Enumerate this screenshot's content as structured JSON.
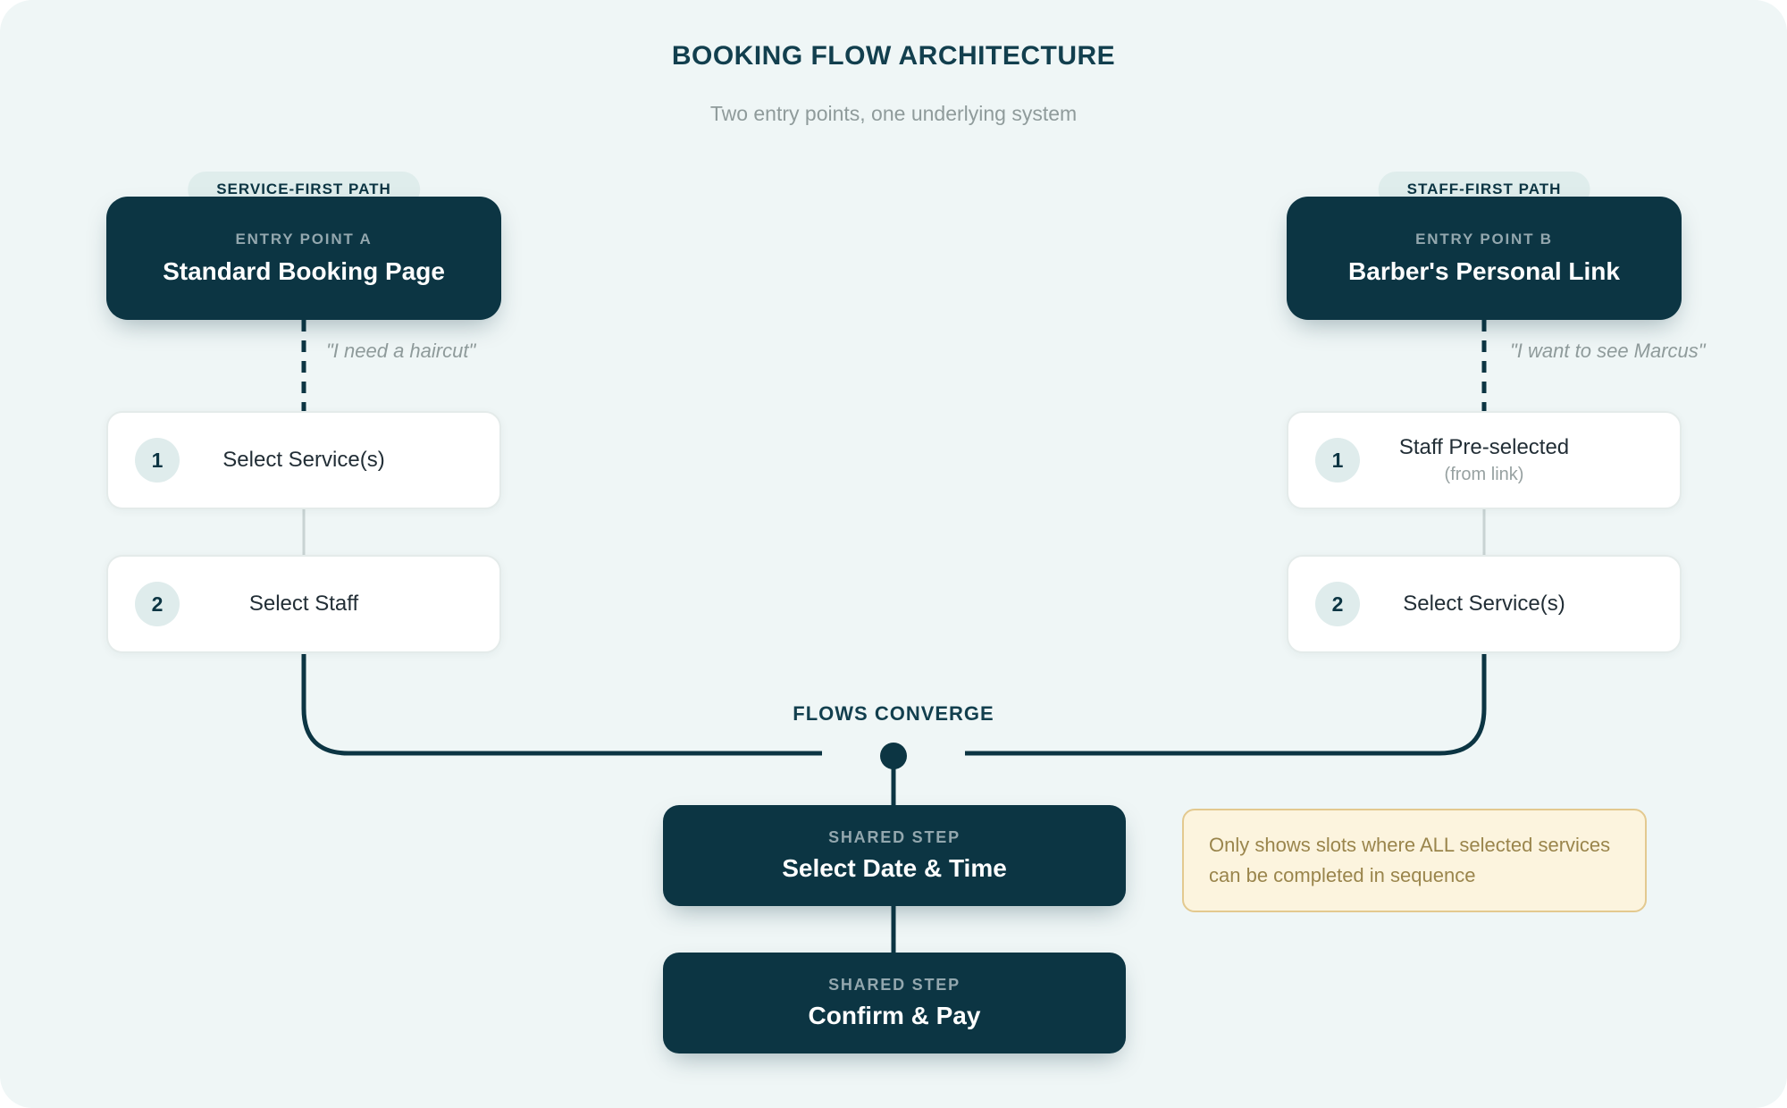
{
  "header": {
    "title": "BOOKING FLOW ARCHITECTURE",
    "subtitle": "Two entry points, one underlying system"
  },
  "paths": {
    "left": {
      "badge": "SERVICE-FIRST PATH",
      "entry": {
        "kicker": "ENTRY POINT A",
        "title": "Standard Booking Page"
      },
      "quote": "\"I need a haircut\"",
      "steps": [
        {
          "number": "1",
          "label": "Select Service(s)",
          "sublabel": ""
        },
        {
          "number": "2",
          "label": "Select Staff",
          "sublabel": ""
        }
      ]
    },
    "right": {
      "badge": "STAFF-FIRST PATH",
      "entry": {
        "kicker": "ENTRY POINT B",
        "title": "Barber's Personal Link"
      },
      "quote": "\"I want to see Marcus\"",
      "steps": [
        {
          "number": "1",
          "label": "Staff Pre-selected",
          "sublabel": "(from link)"
        },
        {
          "number": "2",
          "label": "Select Service(s)",
          "sublabel": ""
        }
      ]
    }
  },
  "converge": {
    "label": "FLOWS CONVERGE"
  },
  "shared": [
    {
      "kicker": "SHARED STEP",
      "title": "Select Date & Time"
    },
    {
      "kicker": "SHARED STEP",
      "title": "Confirm & Pay"
    }
  ],
  "note": {
    "text": "Only shows slots where ALL selected services can be completed in sequence"
  },
  "colors": {
    "background": "#EFF6F6",
    "dark_teal": "#0C3543",
    "badge_background": "#DFEDEC",
    "muted_text": "#8F9B9B",
    "note_background": "#FCF4DE",
    "note_border": "#E3C98F",
    "note_text": "#9A854C"
  }
}
